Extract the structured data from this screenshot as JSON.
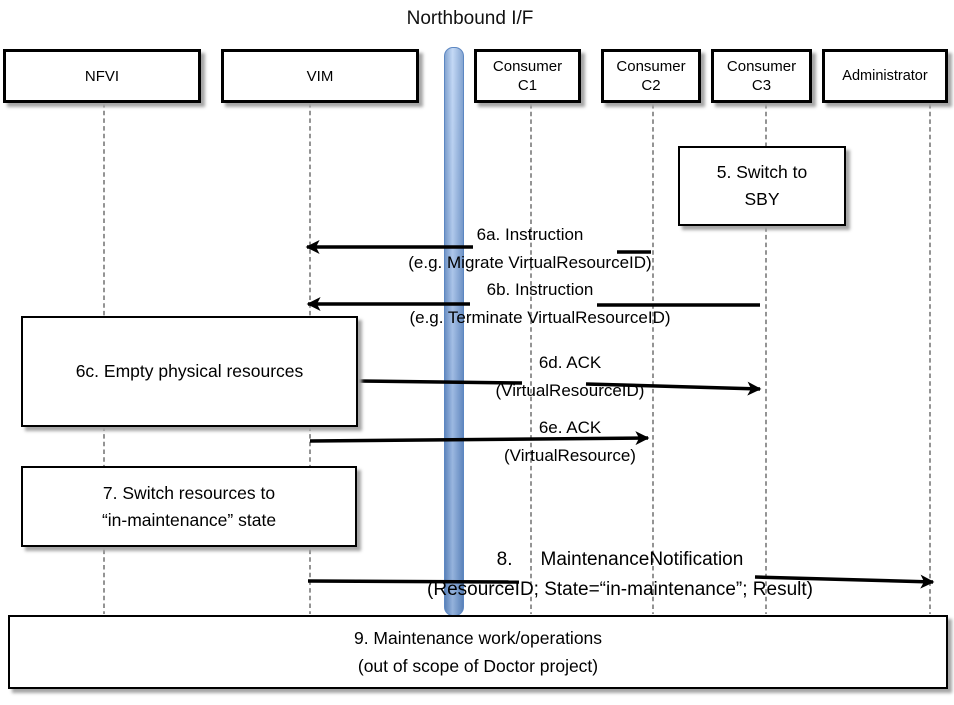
{
  "title": "Northbound I/F",
  "actors": {
    "nfvi": {
      "label": "NFVI"
    },
    "vim": {
      "label": "VIM"
    },
    "c1": {
      "line1": "Consumer",
      "line2": "C1"
    },
    "c2": {
      "line1": "Consumer",
      "line2": "C2"
    },
    "c3": {
      "line1": "Consumer",
      "line2": "C3"
    },
    "admin": {
      "label": "Administrator"
    }
  },
  "boxes": {
    "switch_sby": {
      "line1": "5. Switch to",
      "line2": "SBY"
    },
    "empty_resources": {
      "line1": "6c. Empty physical resources"
    },
    "switch_maintenance": {
      "line1": "7. Switch resources to",
      "line2": "“in-maintenance” state"
    },
    "maintenance_work": {
      "line1": "9. Maintenance work/operations",
      "line2": "(out of scope of Doctor project)"
    }
  },
  "messages": {
    "m6a": {
      "line1": "6a. Instruction",
      "line2": "(e.g. Migrate VirtualResourceID)"
    },
    "m6b": {
      "line1": "6b. Instruction",
      "line2": "(e.g. Terminate VirtualResourceID)"
    },
    "m6d": {
      "line1": "6d. ACK",
      "line2": "(VirtualResourceID)"
    },
    "m6e": {
      "line1": "6e. ACK",
      "line2": "(VirtualResource)"
    },
    "m8": {
      "num": "8.",
      "name": "MaintenanceNotification",
      "line2": "(ResourceID; State=“in-maintenance”; Result)"
    }
  },
  "colors": {
    "bar_top": "#a9c8f2",
    "bar_mid": "#6d97d4",
    "bar_bottom": "#5e8bc9",
    "bar_edge": "#4f7dbd",
    "line": "#000000",
    "lifeline": "#4d4d4d",
    "shadow": "#a6a6a6"
  }
}
